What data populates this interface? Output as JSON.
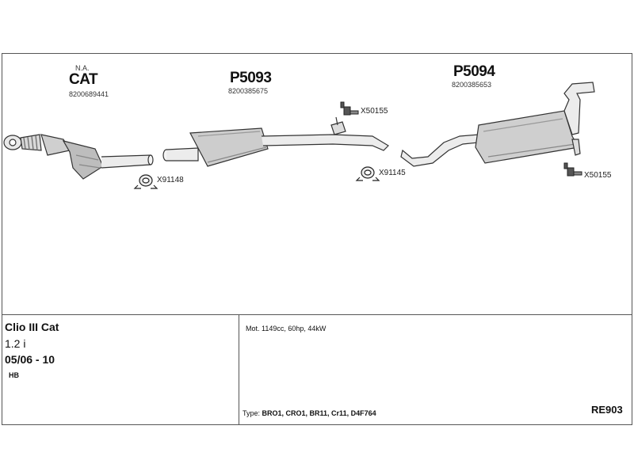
{
  "parts": [
    {
      "code": "CAT",
      "note": "N.A.",
      "oe_number": "8200689441"
    },
    {
      "code": "P5093",
      "oe_number": "8200385675"
    },
    {
      "code": "P5094",
      "oe_number": "8200385653"
    }
  ],
  "accessories": [
    {
      "code": "X91148",
      "icon": "clamp-icon"
    },
    {
      "code": "X50155",
      "icon": "rubber-mount-icon"
    },
    {
      "code": "X91145",
      "icon": "clamp-icon"
    },
    {
      "code": "X50155",
      "icon": "rubber-mount-icon"
    }
  ],
  "vehicle": {
    "model": "Clio III Cat",
    "engine": "1.2 i",
    "years": "05/06 - 10",
    "body": "HB"
  },
  "details": {
    "motor": "Mot. 1149cc, 60hp, 44kW",
    "type_label": "Type:",
    "type_codes": "BRO1, CRO1, BR11, Cr11, D4F764"
  },
  "reference": "RE903"
}
